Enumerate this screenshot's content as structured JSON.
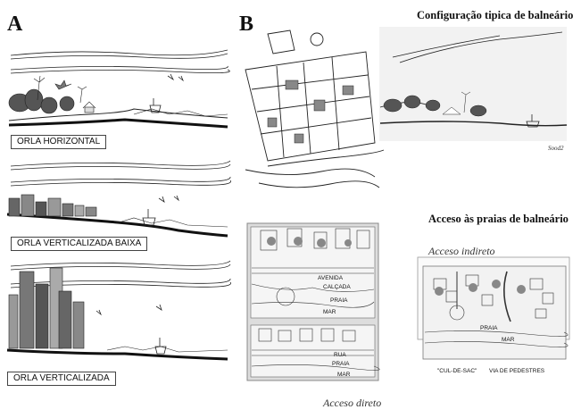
{
  "panel_a": {
    "letter": "A",
    "labels": [
      "ORLA HORIZONTAL",
      "ORLA VERTICALIZADA BAIXA",
      "ORLA VERTICALIZADA"
    ]
  },
  "panel_b": {
    "letter": "B",
    "title_top": "Configuração tipica de balneário",
    "title_access": "Acceso às praias de balneário",
    "signature": "Sood2",
    "acceso_indireto": "Acceso indireto",
    "acceso_direto": "Acceso direto",
    "plan1": {
      "avenida": "AVENIDA",
      "calcada": "CALÇADA",
      "praia": "PRAIA",
      "mar": "MAR"
    },
    "plan2": {
      "rua": "RUA",
      "praia": "PRAIA",
      "mar": "MAR"
    },
    "plan3": {
      "praia": "PRAIA",
      "mar": "MAR",
      "cul_de_sac": "\"CUL-DE-SAC\"",
      "via_pedestres": "VIA DE PEDESTRES"
    }
  }
}
